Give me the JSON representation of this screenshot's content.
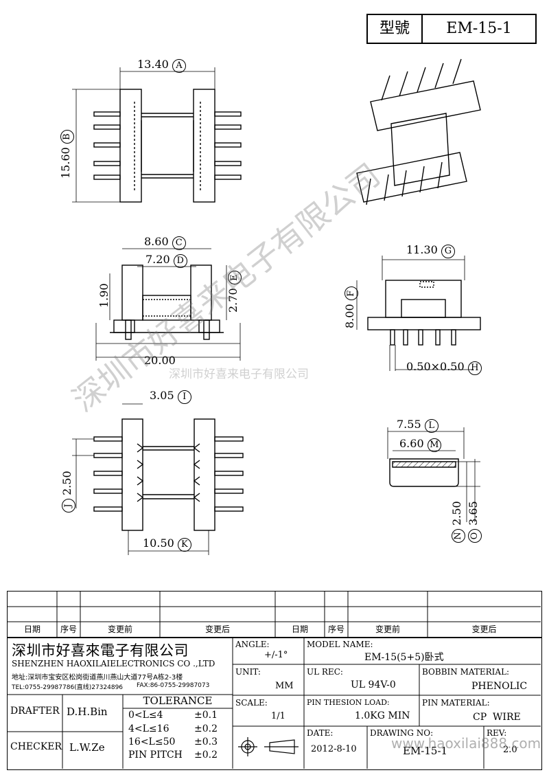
{
  "model_box": {
    "label": "型號",
    "value": "EM-15-1"
  },
  "dimensions": {
    "a": {
      "value": "13.40",
      "tag": "A"
    },
    "b": {
      "value": "15.60",
      "tag": "B"
    },
    "c": {
      "value": "8.60",
      "tag": "C"
    },
    "d": {
      "value": "7.20",
      "tag": "D"
    },
    "e": {
      "value": "2.70",
      "tag": "E"
    },
    "f": {
      "value": "8.00",
      "tag": "F"
    },
    "g": {
      "value": "11.30",
      "tag": "G"
    },
    "h": {
      "value": "0.50×0.50",
      "tag": "H"
    },
    "i": {
      "value": "3.05",
      "tag": "I"
    },
    "j": {
      "value": "2.50",
      "tag": "J"
    },
    "k": {
      "value": "10.50",
      "tag": "K"
    },
    "l": {
      "value": "7.55",
      "tag": "L"
    },
    "m": {
      "value": "6.60",
      "tag": "M"
    },
    "n": {
      "value": "2.50",
      "tag": "N"
    },
    "o": {
      "value": "3.65",
      "tag": "O"
    },
    "side_190": "1.90",
    "side_2000": "20.00"
  },
  "watermark": {
    "main": "深圳市好喜来电子有限公司",
    "small": "深圳市好喜来电子有限公司",
    "url": "www.haoxilai888.com"
  },
  "revision_header": [
    "日期",
    "序号",
    "变更前",
    "变更后",
    "日期",
    "序号",
    "变更前",
    "变更后"
  ],
  "company": {
    "name_cn": "深圳市好喜來電子有限公司",
    "name_en": "SHENZHEN HAOXILAIELECTRONICS CO .,LTD",
    "address": "地址:深圳市宝安区松岗街道燕川燕山大道77号A栋2-3楼",
    "tel": "TEL:0755-29987786(直线)27324896",
    "fax": "FAX:86-0755-29987073"
  },
  "title_block": {
    "angle_label": "ANGLE:",
    "angle_value": "+/-1°",
    "model_label": "MODEL NAME:",
    "model_value": "EM-15(5+5)卧式",
    "unit_label": "UNIT:",
    "unit_value": "MM",
    "ulrec_label": "UL REC:",
    "ulrec_value": "UL 94V-0",
    "bobbin_label": "BOBBIN MATERIAL:",
    "bobbin_value": "PHENOLIC",
    "scale_label": "SCALE:",
    "scale_value": "1/1",
    "pinload_label": "PIN THESION LOAD:",
    "pinload_value": "1.0KG MIN",
    "pinmat_label": "PIN MATERIAL:",
    "pinmat_value": "CP  WIRE",
    "date_label": "DATE:",
    "date_value": "2012-8-10",
    "drawing_label": "DRAWING NO:",
    "drawing_value": "EM-15-1",
    "rev_label": "REV:",
    "rev_value": "2.0",
    "drafter_label": "DRAFTER",
    "drafter_value": "D.H.Bin",
    "checker_label": "CHECKER",
    "checker_value": "L.W.Ze",
    "tolerance_title": "TOLERANCE",
    "tol_rows": [
      {
        "range": "0<L≤4",
        "tol": "±0.1"
      },
      {
        "range": "4<L≤16",
        "tol": "±0.2"
      },
      {
        "range": "16<L≤50",
        "tol": "±0.3"
      },
      {
        "range": "PIN PITCH",
        "tol": "±0.2"
      }
    ]
  }
}
